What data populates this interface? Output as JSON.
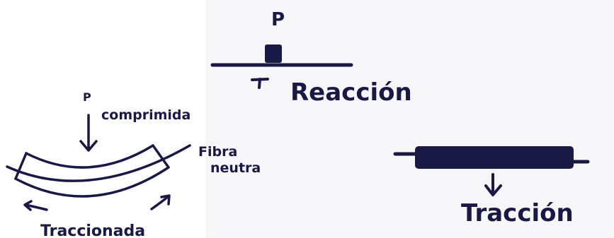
{
  "reaction_panel": {
    "load_label": "P",
    "result_label": "Reacción"
  },
  "bending_panel": {
    "load_label": "P",
    "top_label": "comprimida",
    "neutral_label_line1": "Fibra",
    "neutral_label_line2": "neutra",
    "bottom_label": "Traccionada"
  },
  "tension_panel": {
    "result_label": "Tracción"
  },
  "colors": {
    "ink": "#1a1844",
    "paper": "#ffffff",
    "scan_grey": "#f6f5f8"
  }
}
